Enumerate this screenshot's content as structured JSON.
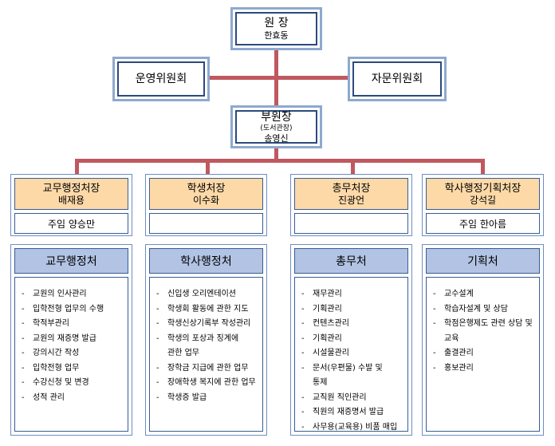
{
  "director": {
    "title": "원  장",
    "name": "한효동"
  },
  "committees": {
    "left": "운영위원회",
    "right": "자문위원회"
  },
  "vice_director": {
    "title": "부원장",
    "note": "(도서관장)",
    "name": "송영신"
  },
  "heads": [
    {
      "title": "교무행정처장",
      "name": "배재용",
      "staff": "주임  양승만"
    },
    {
      "title": "학생처장",
      "name": "이수화",
      "staff": ""
    },
    {
      "title": "총무처장",
      "name": "진광언",
      "staff": ""
    },
    {
      "title": "학사행정기획처장",
      "name": "강석길",
      "staff": "주임  한아름"
    }
  ],
  "departments": [
    {
      "title": "교무행정처",
      "duties": [
        "교원의 인사관리",
        "입학전형 업무의 수행",
        "학적부관리",
        "교원의 재증명 발급",
        "강의시간 작성",
        "입학전형 업무",
        "수강신청 및 변경",
        "성적 관리"
      ]
    },
    {
      "title": "학사행정처",
      "duties": [
        "신입생 오리엔테이션",
        "학생회 활동에 관한 지도",
        "학생신상기록부 작성관리",
        "학생의 포상과 징계에",
        "관한 업무",
        "장학금 지급에 관한 업무",
        "장애학생 복지에 관한 업무",
        "학생증 발급"
      ],
      "continuations": [
        4
      ]
    },
    {
      "title": "총무처",
      "duties": [
        "재무관리",
        "기획관리",
        "컨텐츠관리",
        "기획관리",
        "시설물관리",
        "문서(우편물) 수발 및",
        "통제",
        "교직원 직인관리",
        "직원의 재증명서 발급",
        "사무용(교육용) 비품 매입"
      ],
      "continuations": [
        6
      ]
    },
    {
      "title": "기획처",
      "duties": [
        "교수설계",
        "학습자설계 및 상담",
        "학점은행제도 관련 상담 및",
        "교육",
        "출결관리",
        "홍보관리"
      ],
      "continuations": [
        3
      ]
    }
  ]
}
